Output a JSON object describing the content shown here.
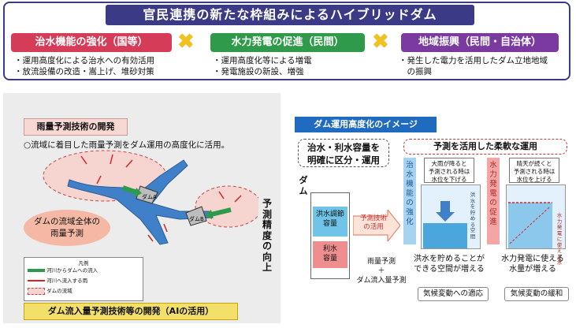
{
  "header": {
    "title": "官民連携の新たな枠組みによるハイブリッドダム"
  },
  "pillars": [
    {
      "label": "治水機能の強化（国等）",
      "color": "#d43c58",
      "bullets": [
        "・運用高度化による治水への有効活用",
        "・放流設備の改造・嵩上げ、堆砂対策"
      ]
    },
    {
      "label": "水力発電の促進（民間）",
      "color": "#2f9a49",
      "bullets": [
        "・運用高度化等による増電",
        "・発電施設の新設、増強"
      ]
    },
    {
      "label": "地域振興（民間・自治体）",
      "color": "#7b3aa0",
      "bullets": [
        "・発生した電力を活用したダム立地地域",
        "　の振興"
      ]
    }
  ],
  "left_panel": {
    "title": "雨量予測技術の開発",
    "description": "○流域に着目した雨量予測をダム運用の高度化に活用。",
    "basin_callout": [
      "ダムの流域全体の",
      "雨量予測"
    ],
    "dam_a": "ダムA",
    "dam_b": "ダムB",
    "vertical_label": "予測精度の向上",
    "legend": {
      "title": "凡例",
      "items": [
        "河川からダムへの流入",
        "河川へ流入する雨",
        "ダムの流域"
      ]
    },
    "footer": "ダム流入量予測技術等の開発（AIの活用）"
  },
  "right_panel": {
    "title": "ダム運用高度化のイメージ",
    "dashed_left": [
      "治水・利水容量を",
      "明確に区分・運用"
    ],
    "dashed_right": "予測を活用した柔軟な運用",
    "dam_label": "ダム",
    "tank_flood": [
      "洪水調節",
      "容量"
    ],
    "tank_water": [
      "利水",
      "容量"
    ],
    "arrow_pred": [
      "予測技術",
      "の活用"
    ],
    "formula": [
      "雨量予測",
      "＋",
      "ダム流入量予測"
    ],
    "flood_column": "治水機能の強化",
    "hydro_column": "水力発電の促進",
    "callout_flood": [
      "大雨が降ると",
      "予測される時は",
      "水位を下げる"
    ],
    "callout_hydro": [
      "晴天が続くと",
      "予測される時は",
      "水位を上げる"
    ],
    "res_flood_caption": "洪水を貯める空間",
    "res_hydro_caption": "水力発電に使える水",
    "flood_result": [
      "洪水を貯めることが",
      "できる空間が増える"
    ],
    "hydro_result": [
      "水力発電に使える",
      "水量が増える"
    ],
    "adaptation": "気候変動への適応",
    "mitigation": "気候変動の緩和"
  }
}
